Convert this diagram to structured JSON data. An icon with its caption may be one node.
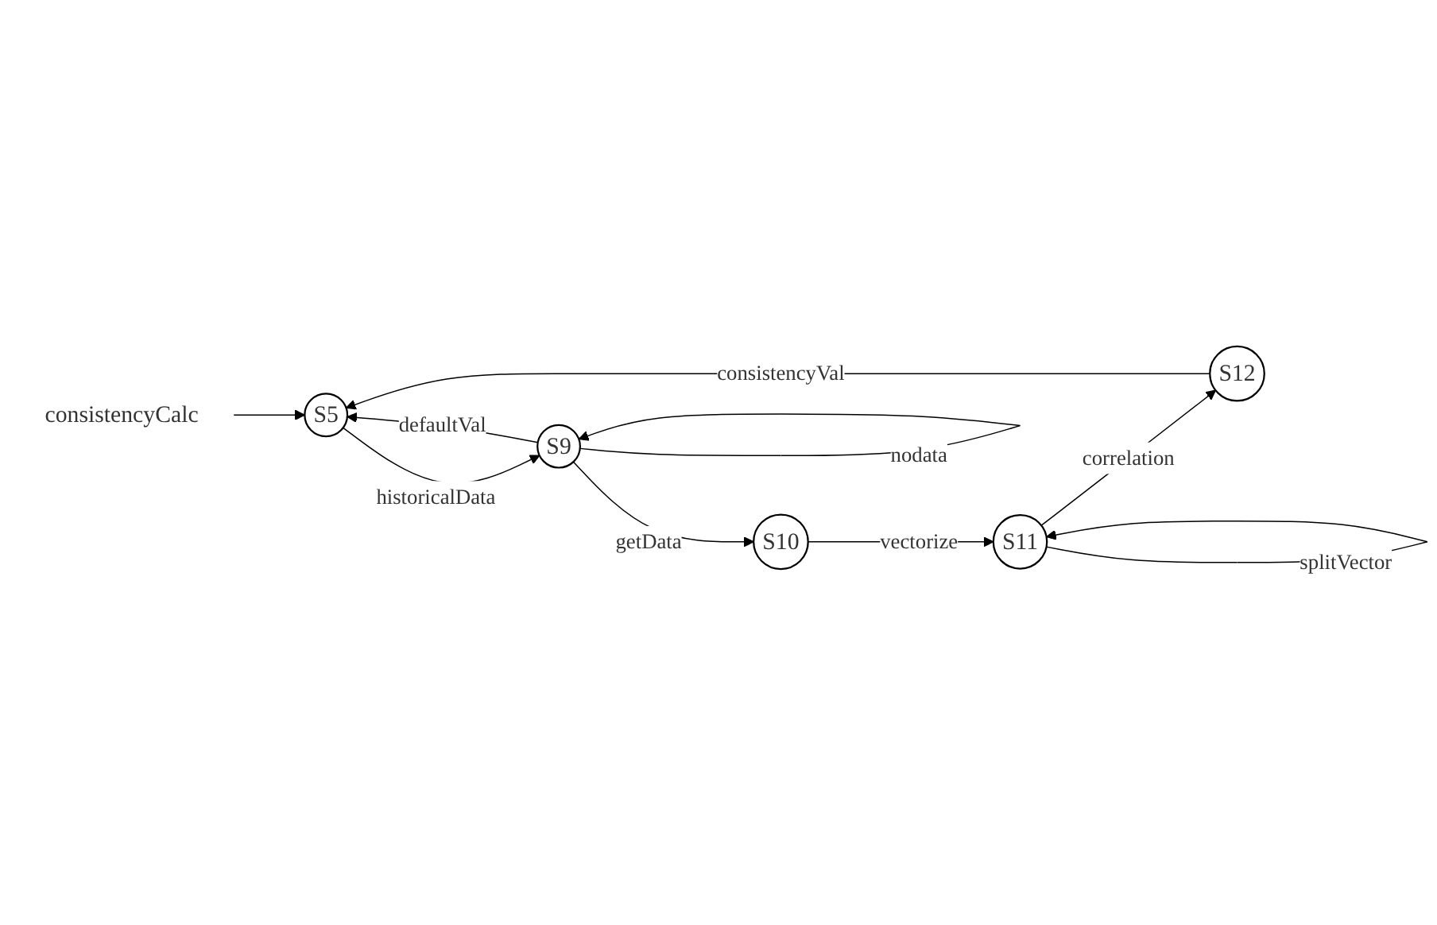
{
  "diagram": {
    "nodes": [
      {
        "text": [
          "consistencyCalc"
        ]
      },
      {
        "text": [
          "S5"
        ]
      },
      {
        "text": [
          "S9"
        ]
      },
      {
        "text": [
          "S10"
        ]
      },
      {
        "text": [
          "S11"
        ]
      },
      {
        "text": [
          "S12"
        ]
      }
    ],
    "edges": [
      {
        "from": 0,
        "to": 1,
        "arrow": "to"
      },
      {
        "from": 1,
        "to": 2,
        "label": "historicalData",
        "arrow": "to"
      },
      {
        "from": 2,
        "to": 2,
        "label": "nodata",
        "arrow": "to"
      },
      {
        "from": 2,
        "to": 1,
        "label": "defaultVal",
        "arrow": "to"
      },
      {
        "from": 2,
        "to": 3,
        "label": "getData",
        "arrow": "to"
      },
      {
        "from": 3,
        "to": 4,
        "label": "vectorize",
        "arrow": "to"
      },
      {
        "from": 4,
        "to": 4,
        "label": "splitVector",
        "arrow": "to"
      },
      {
        "from": 4,
        "to": 5,
        "label": "correlation",
        "arrow": "to"
      },
      {
        "from": 5,
        "to": 1,
        "label": "consistencyVal",
        "arrow": "to"
      }
    ]
  }
}
